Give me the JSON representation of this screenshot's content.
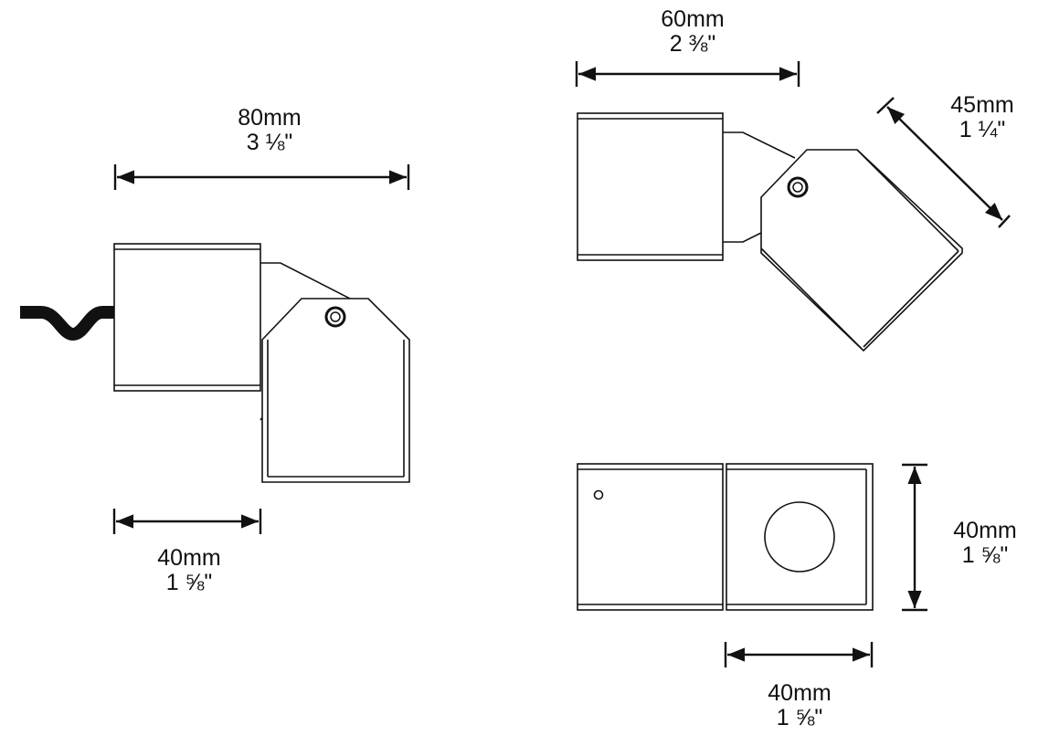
{
  "dimensions": {
    "side_length": {
      "metric": "80mm",
      "imperial": "3 ⅛\""
    },
    "side_body": {
      "metric": "40mm",
      "imperial": "1 ⅝\""
    },
    "tilted_length": {
      "metric": "60mm",
      "imperial": "2 ⅜\""
    },
    "tilted_head": {
      "metric": "45mm",
      "imperial": "1 ¼\""
    },
    "front_height": {
      "metric": "40mm",
      "imperial": "1 ⅝\""
    },
    "front_width": {
      "metric": "40mm",
      "imperial": "1 ⅝\""
    }
  },
  "colors": {
    "line": "#111111",
    "background": "#ffffff"
  }
}
